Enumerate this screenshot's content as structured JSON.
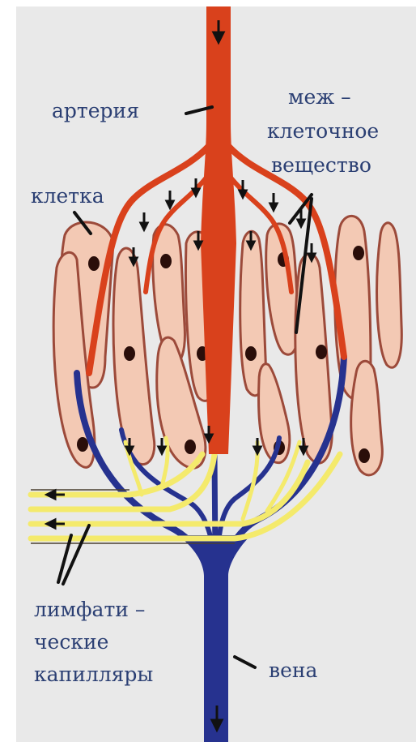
{
  "labels": {
    "artery": "артерия",
    "intercellular_line1": "меж –",
    "intercellular_line2": "клеточное",
    "intercellular_line3": "вещество",
    "cell": "клетка",
    "lymph_line1": "лимфати –",
    "lymph_line2": "ческие",
    "lymph_line3": "капилляры",
    "vein": "вена"
  },
  "colors": {
    "background": "#e9e9e9",
    "artery": "#d9411c",
    "vein": "#26328f",
    "lymph": "#f4ea6c",
    "cell": "#f3c9b4",
    "nucleus": "#2a0e0a",
    "label": "#2b3f73"
  }
}
